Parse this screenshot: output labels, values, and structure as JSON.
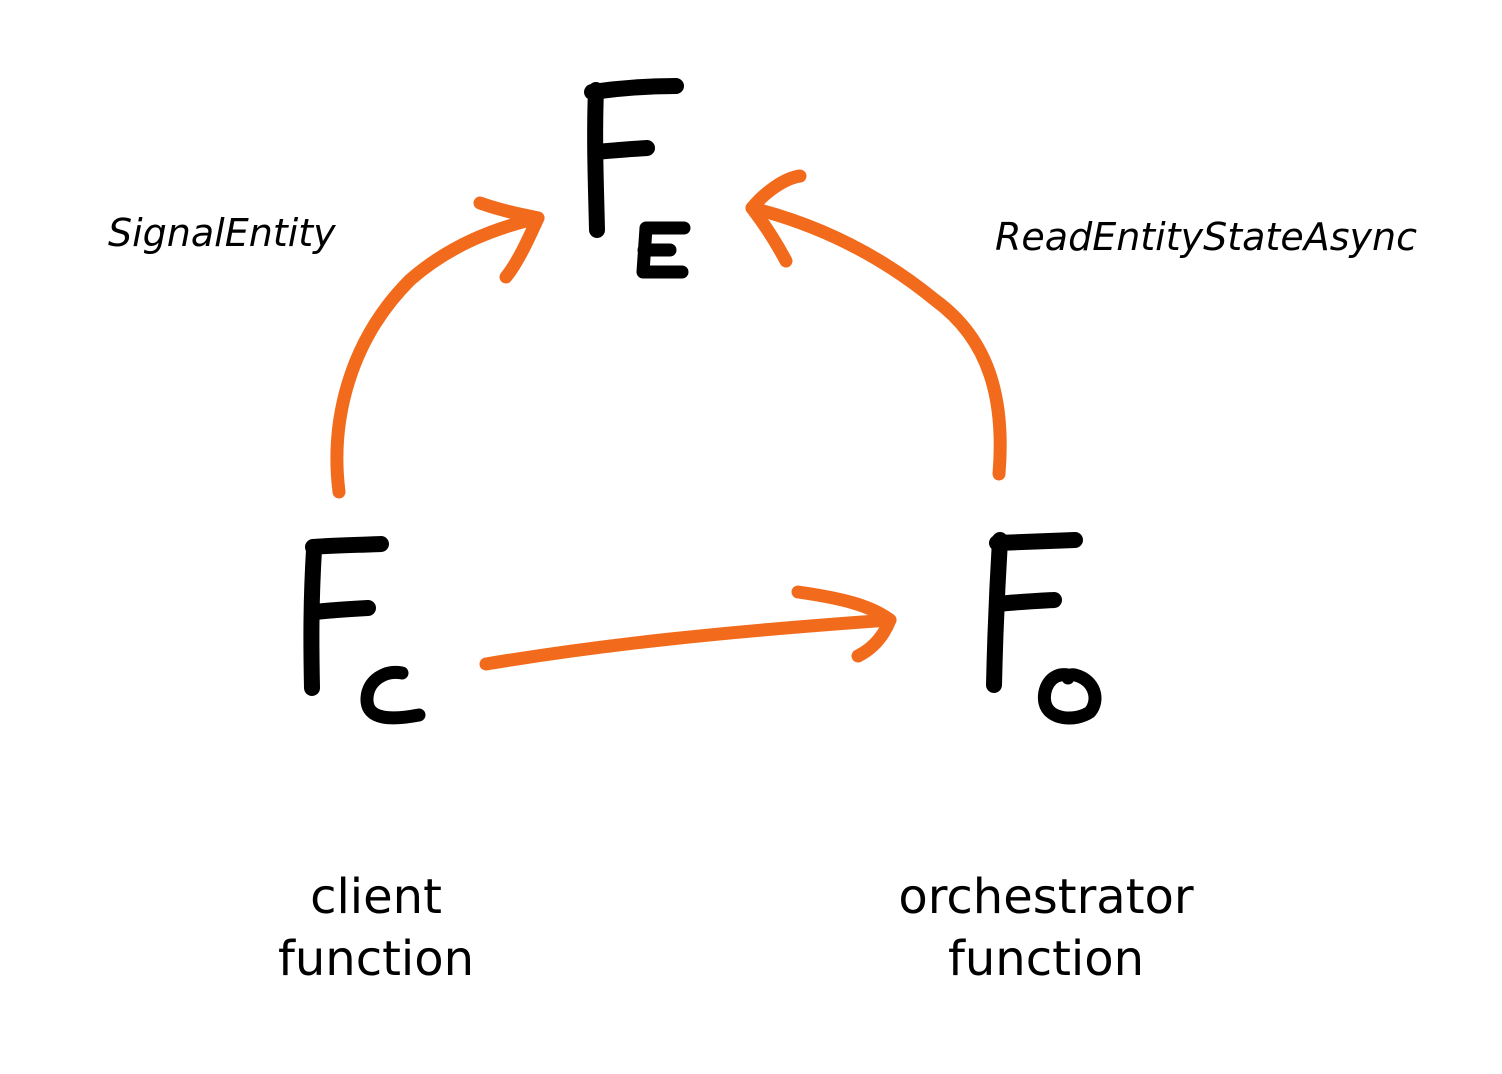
{
  "colors": {
    "arrow": "#f26b1d",
    "ink": "#000000",
    "background": "#ffffff"
  },
  "nodes": {
    "entity": {
      "symbol": "F",
      "subscript": "E"
    },
    "client": {
      "symbol": "F",
      "subscript": "C"
    },
    "orchestrator": {
      "symbol": "F",
      "subscript": "O"
    }
  },
  "edges": {
    "client_to_entity": {
      "label": "SignalEntity"
    },
    "orchestrator_to_entity": {
      "label": "ReadEntityStateAsync"
    },
    "client_to_orchestrator": {
      "label": ""
    }
  },
  "captions": {
    "client": {
      "line1": "client",
      "line2": "function"
    },
    "orchestrator": {
      "line1": "orchestrator",
      "line2": "function"
    }
  }
}
